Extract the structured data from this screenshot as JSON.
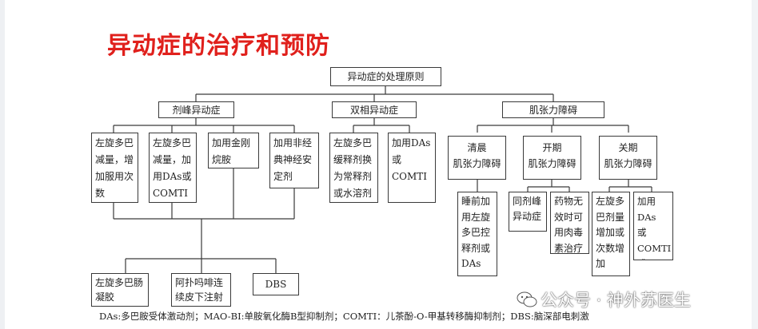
{
  "title": "异动症的治疗和预防",
  "root": "异动症的处理原则",
  "categories": {
    "peak": "剂峰异动症",
    "biphasic": "双相异动症",
    "dystonia": "肌张力障碍"
  },
  "peak_items": [
    "左旋多巴\n减量，增\n加服用次\n数",
    "左旋多巴\n减量，加\n用DAs或\nCOMTI",
    "加用金刚\n烷胺",
    "加用非经\n典神经安\n定剂"
  ],
  "peak_bottom": [
    "左旋多巴肠\n凝胶",
    "阿扑吗啡连\n续皮下注射",
    "DBS"
  ],
  "biphasic_items": [
    "左旋多巴\n缓释剂换\n为常释剂\n或水溶剂",
    "加用DAs\n或COMTI"
  ],
  "dystonia_sub": [
    "清晨\n肌张力障碍",
    "开期\n肌张力障碍",
    "关期\n肌张力障碍"
  ],
  "dystonia_leaf": [
    "睡前加\n用左旋\n多巴控\n释剂或\nDAs",
    "同剂峰\n异动症",
    "药物无\n效时可\n用肉毒\n素治疗",
    "左旋多\n巴剂量\n增加或\n次数增\n加",
    "加用DAs\n或COMTI\n或MAO-\nBI"
  ],
  "footnote": "DAs:多巴胺受体激动剂；MAO-BI:单胺氧化酶B型抑制剂；COMTI：儿茶酚-O-甲基转移酶抑制剂；DBS:脑深部电刺激",
  "watermark": "公众号 · 神外苏医生",
  "colors": {
    "title": "#e0201c",
    "line": "#3a3a3a"
  }
}
